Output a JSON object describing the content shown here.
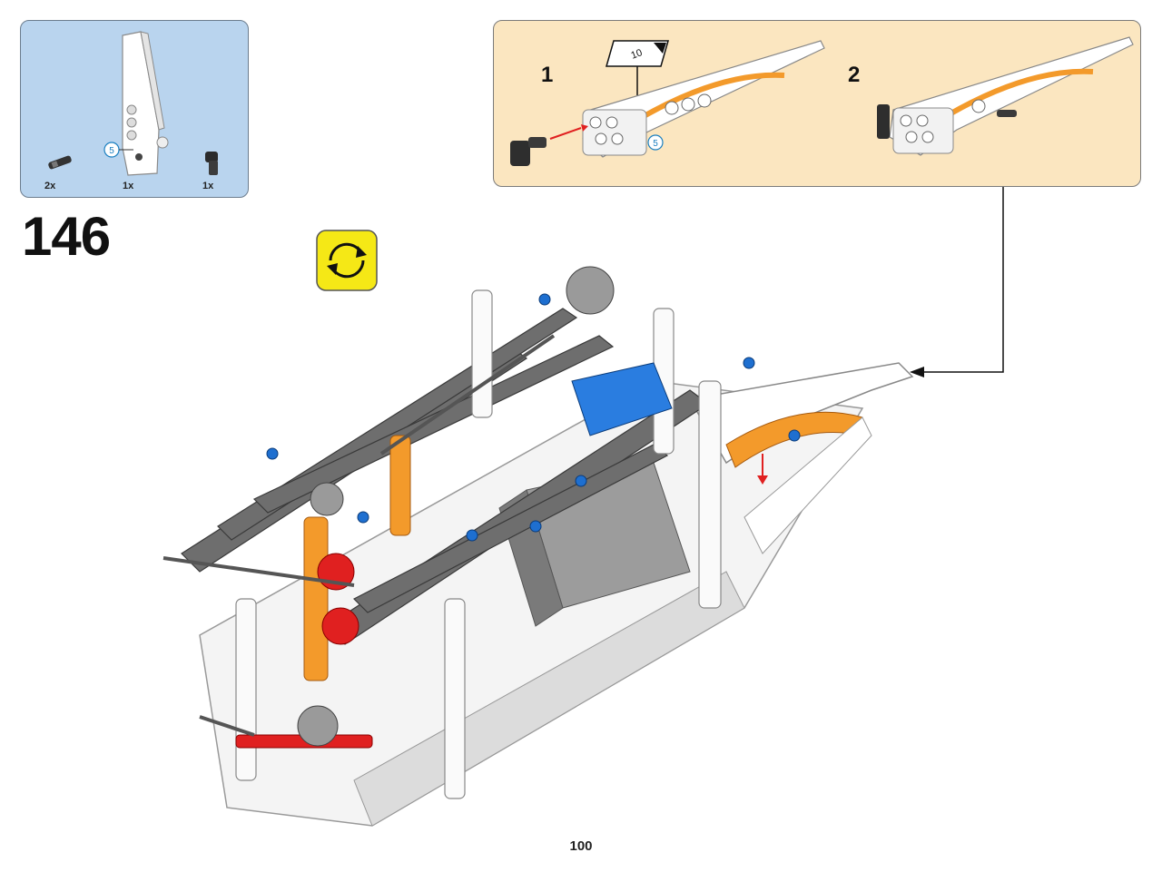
{
  "parts_list": {
    "items": [
      {
        "icon": "axle-connector-icon",
        "qty": "2x"
      },
      {
        "icon": "panel-fairing-icon",
        "qty": "1x",
        "callout": "5"
      },
      {
        "icon": "axle-pin-bush-icon",
        "qty": "1x"
      }
    ]
  },
  "step": {
    "number": "146",
    "rotate_icon": "rotate-model-icon"
  },
  "sub_assembly": {
    "substeps": [
      {
        "number": "1",
        "callout": "5",
        "card_label": "10"
      },
      {
        "number": "2"
      }
    ]
  },
  "page": {
    "number": "100"
  },
  "colors": {
    "parts_bg": "#b9d4ee",
    "subassembly_bg": "#fbe6c0",
    "rotate_bg": "#f5e816",
    "arrow_red": "#e02020",
    "orange": "#f39a2b",
    "blue": "#1e6fd0",
    "dark_gray": "#6a6a6a"
  }
}
